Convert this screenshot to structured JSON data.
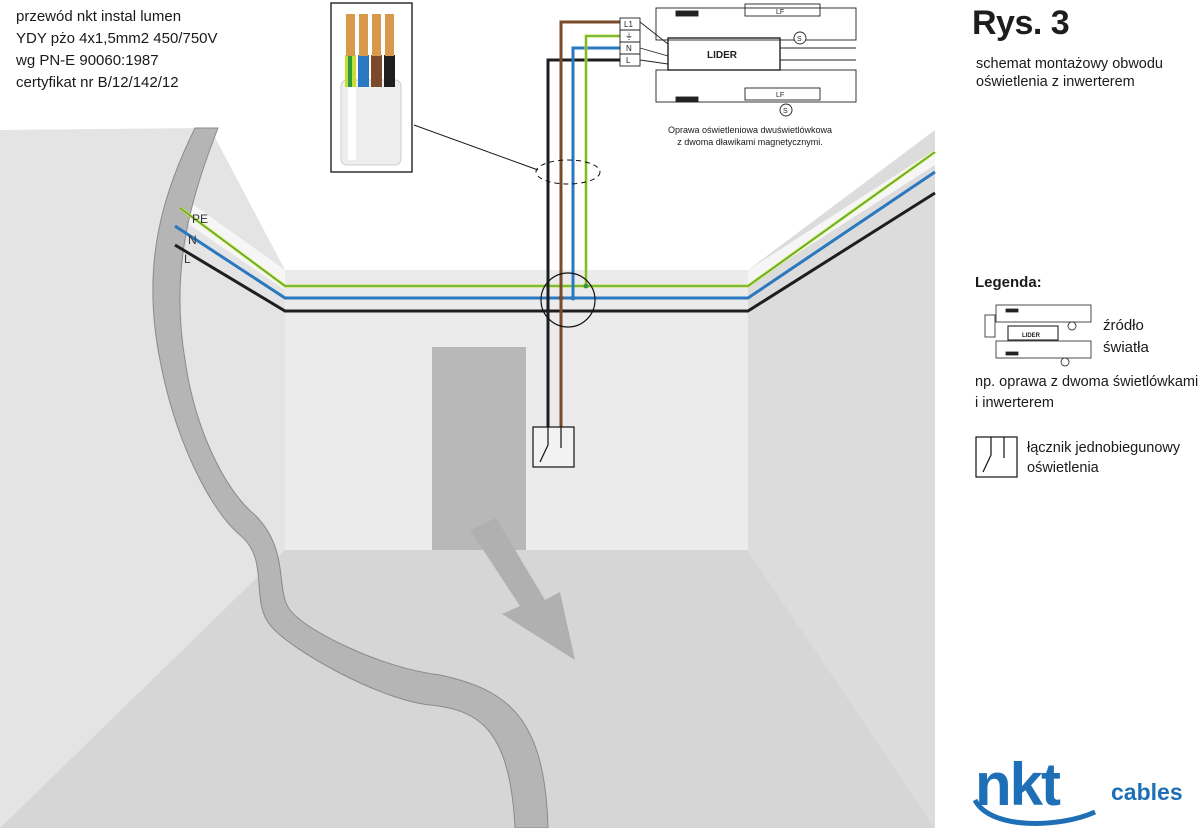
{
  "cable_info": {
    "lines": [
      "przewód nkt instal lumen",
      "YDY pżo 4x1,5mm2 450/750V",
      "wg PN-E 90060:1987",
      "certyfikat nr B/12/142/12"
    ]
  },
  "figure": {
    "title": "Rys. 3",
    "subtitle_lines": [
      "schemat montażowy obwodu",
      "oświetlenia z inwerterem"
    ]
  },
  "fixture": {
    "caption_lines": [
      "Oprawa oświetleniowa dwuświetlówkowa",
      "z dwoma dławikami magnetycznymi."
    ],
    "box_label": "LIDER",
    "terminals": [
      "L1",
      "⏚",
      "N",
      "L"
    ],
    "lamp_label": "LF",
    "starter_label": "S"
  },
  "wires": {
    "labels": [
      "PE",
      "N",
      "L"
    ],
    "colors": {
      "pe": "#c8dc3c",
      "pe_stripe": "#2e9a3a",
      "n": "#2a78c0",
      "l": "#1e1e1e",
      "l1": "#7a4a2a"
    }
  },
  "legend": {
    "title": "Legenda:",
    "light_source_lines": [
      "źródło",
      "światła"
    ],
    "light_source_example_lines": [
      "np. oprawa z dwoma świetlówkami",
      "i inwerterem"
    ],
    "mini_box_label": "LIDER",
    "switch_lines": [
      "łącznik jednobiegunowy",
      "oświetlenia"
    ]
  },
  "brand": {
    "name": "nkt",
    "suffix": "cables",
    "color": "#1e6fb5"
  },
  "icons": {
    "cable": "cable-cross-section-icon",
    "switch": "single-pole-switch-icon",
    "exit": "exit-arrow-icon"
  }
}
